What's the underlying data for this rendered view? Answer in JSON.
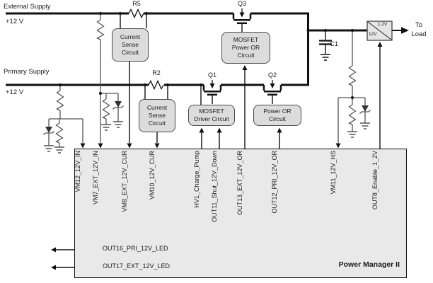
{
  "colors": {
    "wire": "#111111",
    "component": "#555555",
    "block_fill": "#dcdcdc",
    "box_fill": "#e9e9e9"
  },
  "supplies": {
    "external": {
      "name": "External Supply",
      "voltage": "+12 V"
    },
    "primary": {
      "name": "Primary Supply",
      "voltage": "+12 V"
    }
  },
  "refdes": {
    "r5": "R5",
    "r2": "R2",
    "q1": "Q1",
    "q2": "Q2",
    "q3": "Q3",
    "c1": "C1"
  },
  "blocks": {
    "current_sense_ext": {
      "lines": [
        "Current",
        "Sense",
        "Circuit"
      ]
    },
    "current_sense_pri": {
      "lines": [
        "Current",
        "Sense",
        "Circuit"
      ]
    },
    "mosfet_power_or": {
      "lines": [
        "MOSFET",
        "Power OR",
        "Circuit"
      ]
    },
    "mosfet_driver": {
      "lines": [
        "MOSFET",
        "Driver Circuit"
      ]
    },
    "power_or": {
      "lines": [
        "Power OR",
        "Circuit"
      ]
    },
    "dcdc": {
      "output_label": "1.2V",
      "input_label": "12V"
    },
    "power_manager": {
      "label": "Power Manager II"
    }
  },
  "load": {
    "line1": "To",
    "line2": "Load"
  },
  "pins": {
    "vm12": "VM12_12V_IN",
    "vm7": "VM7_EXT_12V_IN",
    "vm8": "VM8_EXT_12V_CUR",
    "vm10": "VM10_12V_CUR",
    "hv1": "HV1_Charge_Pump",
    "out11": "OUT11_Shut_12V_Down",
    "out13": "OUT13_EXT_12V_OR",
    "out12": "OUT12_PRI_12V_OR",
    "vm11": "VM11_12V_HS",
    "out8": "OUT8_Enable_1_2V",
    "out16": "OUT16_PRI_12V_LED",
    "out17": "OUT17_EXT_12V_LED"
  }
}
